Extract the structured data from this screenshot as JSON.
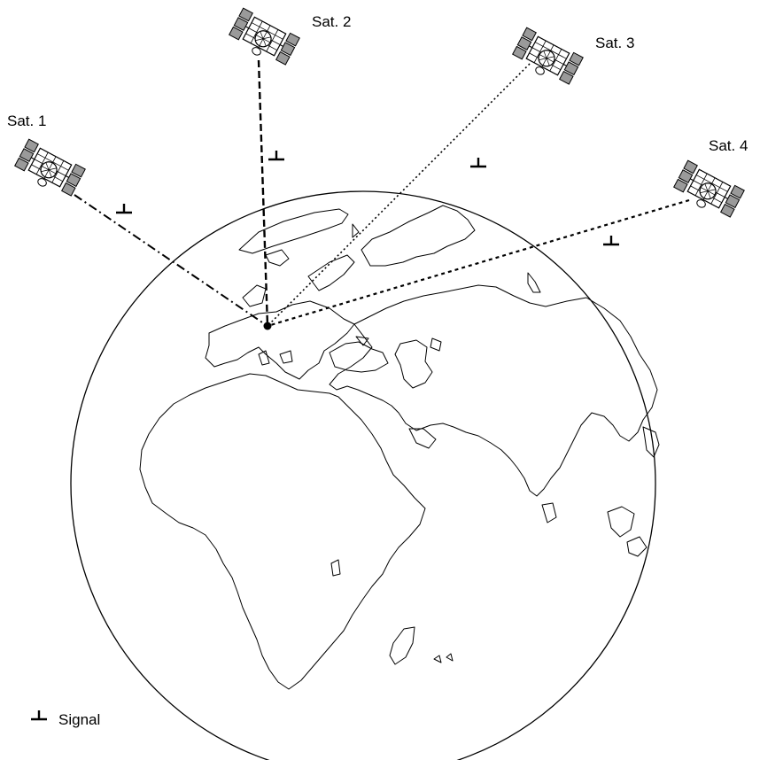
{
  "satellites": [
    {
      "id": "sat1",
      "label": "Sat. 1"
    },
    {
      "id": "sat2",
      "label": "Sat. 2"
    },
    {
      "id": "sat3",
      "label": "Sat. 3"
    },
    {
      "id": "sat4",
      "label": "Sat. 4"
    }
  ],
  "legend": {
    "label": "Signal"
  },
  "colors": {
    "ink": "#000000",
    "panel": "#9a9a9a",
    "background": "#ffffff"
  }
}
